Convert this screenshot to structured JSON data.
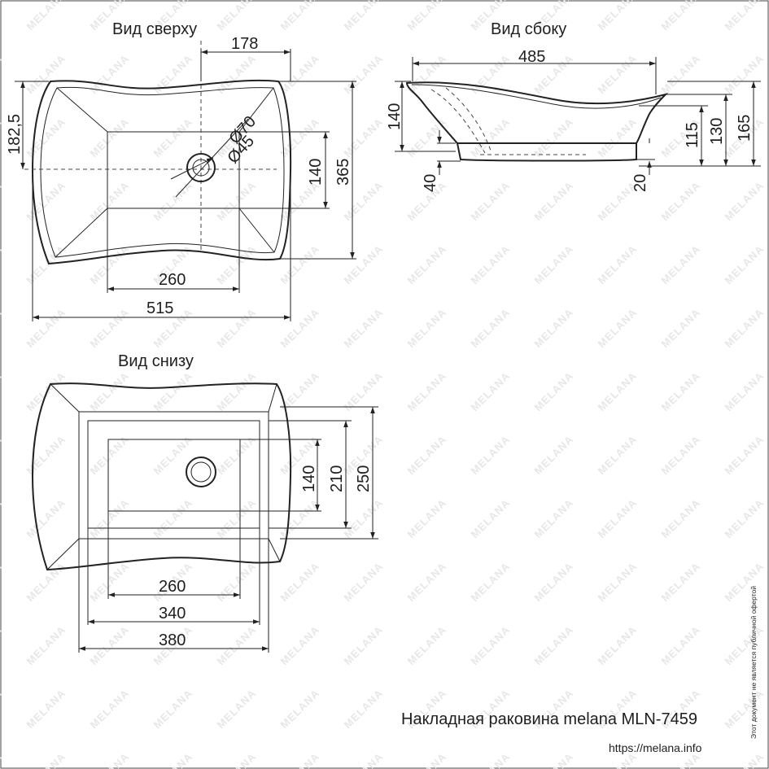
{
  "watermark": "MELANA",
  "views": {
    "top": {
      "title": "Вид сверху",
      "dims": {
        "w_total": "515",
        "w_inner": "260",
        "offset_top": "178",
        "h_left": "182,5",
        "h_total": "365",
        "h_inner": "140",
        "dia_outer": "Ø70",
        "dia_inner": "Ø45"
      }
    },
    "side": {
      "title": "Вид сбоку",
      "dims": {
        "length": "485",
        "h_left": "140",
        "h_base_left": "40",
        "h_115": "115",
        "h_130": "130",
        "h_165": "165",
        "h_base_right": "20"
      }
    },
    "bottom": {
      "title": "Вид снизу",
      "dims": {
        "w_260": "260",
        "w_340": "340",
        "w_380": "380",
        "h_140": "140",
        "h_210": "210",
        "h_250": "250"
      }
    }
  },
  "caption": "Накладная раковина melana MLN-7459",
  "url": "https://melana.info",
  "side_note": "Этот документ не является публичной офертой"
}
